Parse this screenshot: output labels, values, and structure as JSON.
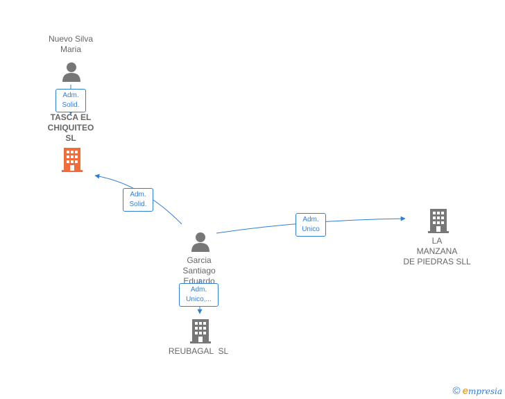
{
  "nodes": {
    "person_nuevo": {
      "name_line1": "Nuevo Silva",
      "name_line2": "Maria"
    },
    "company_tasca": {
      "name_line1": "TASCA EL",
      "name_line2": "CHIQUITEO",
      "name_line3": "SL",
      "color": "#f26b38"
    },
    "person_garcia": {
      "name_line1": "Garcia",
      "name_line2": "Santiago",
      "name_line3": "Eduardo"
    },
    "company_manzana": {
      "name_line1": "LA",
      "name_line2": "MANZANA",
      "name_line3": "DE PIEDRAS SLL",
      "color": "#777777"
    },
    "company_reubagal": {
      "name_line1": "REUBAGAL  SL",
      "color": "#777777"
    }
  },
  "edges": {
    "nuevo_tasca": {
      "line1": "Adm.",
      "line2": "Solid."
    },
    "garcia_tasca": {
      "line1": "Adm.",
      "line2": "Solid."
    },
    "garcia_manzana": {
      "line1": "Adm.",
      "line2": "Unico"
    },
    "garcia_reubagal": {
      "line1": "Adm.",
      "line2": "Unico,..."
    }
  },
  "colors": {
    "edge": "#2f7fd6",
    "person_icon": "#777777"
  },
  "footer": {
    "copyright": "©",
    "brand_initial": "e",
    "brand_rest": "mpresia"
  }
}
